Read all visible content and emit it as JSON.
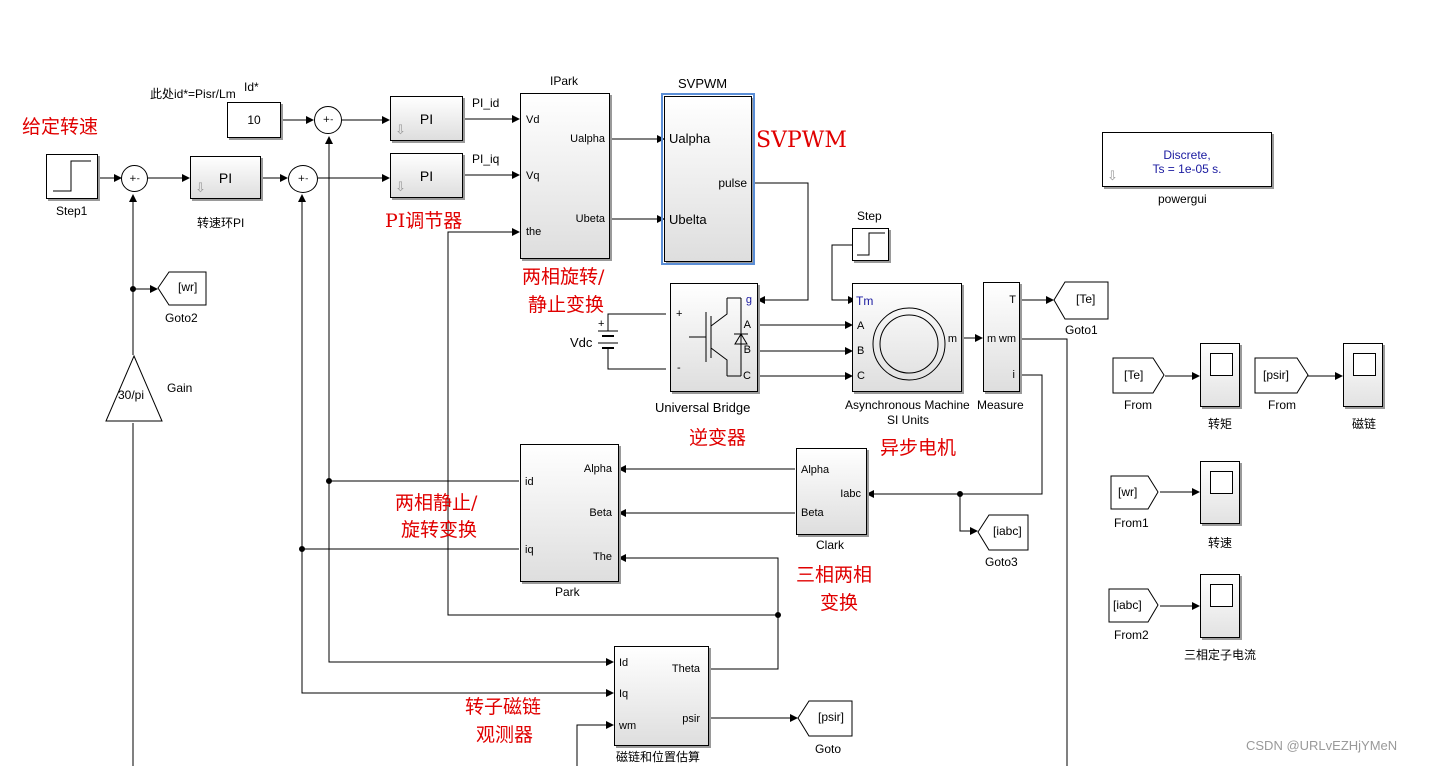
{
  "annotations": {
    "given_speed": "给定转速",
    "svpwm": "SVPWM",
    "pi_regulator": "PI调节器",
    "ipark_line1": "两相旋转/",
    "ipark_line2": "静止变换",
    "inverter": "逆变器",
    "async_motor": "异步电机",
    "park_line1": "两相静止/",
    "park_line2": "旋转变换",
    "clark_line1": "三相两相",
    "clark_line2": "变换",
    "observer_line1": "转子磁链",
    "observer_line2": "观测器"
  },
  "blocks": {
    "step1": {
      "label": "Step1"
    },
    "step": {
      "label": "Step"
    },
    "const": {
      "value": "10",
      "note": "此处id*=Pisr/Lm",
      "idlabel": "Id*"
    },
    "pi_speed": {
      "text": "PI",
      "label": "转速环PI"
    },
    "pi_d": {
      "text": "PI",
      "signal": "PI_id"
    },
    "pi_q": {
      "text": "PI",
      "signal": "PI_iq"
    },
    "sum_sign": "+-",
    "ipark": {
      "title": "IPark",
      "in": [
        "Vd",
        "Vq",
        "the"
      ],
      "out": [
        "Ualpha",
        "Ubeta"
      ]
    },
    "svpwm": {
      "title": "SVPWM",
      "in": [
        "Ualpha",
        "Ubelta"
      ],
      "out": [
        "pulse"
      ]
    },
    "powergui": {
      "line1": "Discrete,",
      "line2": "Ts = 1e-05 s.",
      "label": "powergui"
    },
    "goto_wr": {
      "tag": "[wr]",
      "label": "Goto2"
    },
    "gain": {
      "value": "30/pi",
      "label": "Gain"
    },
    "bridge": {
      "label": "Universal Bridge",
      "g": "g",
      "A": "A",
      "B": "B",
      "C": "C",
      "plus": "+",
      "minus": "-"
    },
    "vdc": {
      "label": "Vdc",
      "plus": "+",
      "minus": "-"
    },
    "motor": {
      "label1": "Asynchronous Machine",
      "label2": "SI Units",
      "tm": "Tm",
      "A": "A",
      "B": "B",
      "C": "C",
      "m": "m"
    },
    "measure": {
      "label": "Measure",
      "in": "m",
      "out": [
        "T",
        "wm",
        "i"
      ]
    },
    "goto_te": {
      "tag": "[Te]",
      "label": "Goto1"
    },
    "goto_iabc": {
      "tag": "[iabc]",
      "label": "Goto3"
    },
    "goto_psir": {
      "tag": "[psir]",
      "label": "Goto"
    },
    "park": {
      "label": "Park",
      "in": [
        "Alpha",
        "Beta",
        "The"
      ],
      "out": [
        "id",
        "iq"
      ]
    },
    "clark": {
      "label": "Clark",
      "in": "Iabc",
      "out": [
        "Alpha",
        "Beta"
      ]
    },
    "observer": {
      "label": "磁链和位置估算",
      "in": [
        "Id",
        "Iq",
        "wm"
      ],
      "out": [
        "Theta",
        "psir"
      ]
    },
    "from_te": {
      "tag": "[Te]",
      "label": "From"
    },
    "from_psir": {
      "tag": "[psir]",
      "label": "From"
    },
    "from_wr": {
      "tag": "[wr]",
      "label": "From1"
    },
    "from_iabc": {
      "tag": "[iabc]",
      "label": "From2"
    },
    "scope_torque": {
      "label": "转矩"
    },
    "scope_flux": {
      "label": "磁链"
    },
    "scope_speed": {
      "label": "转速"
    },
    "scope_current": {
      "label": "三相定子电流"
    }
  },
  "watermark": "CSDN @URLvEZHjYMeN",
  "colors": {
    "annotation": "#e00000",
    "wire": "#000000",
    "selection": "#5b8ed6",
    "gui_text": "#1a1aa0"
  }
}
